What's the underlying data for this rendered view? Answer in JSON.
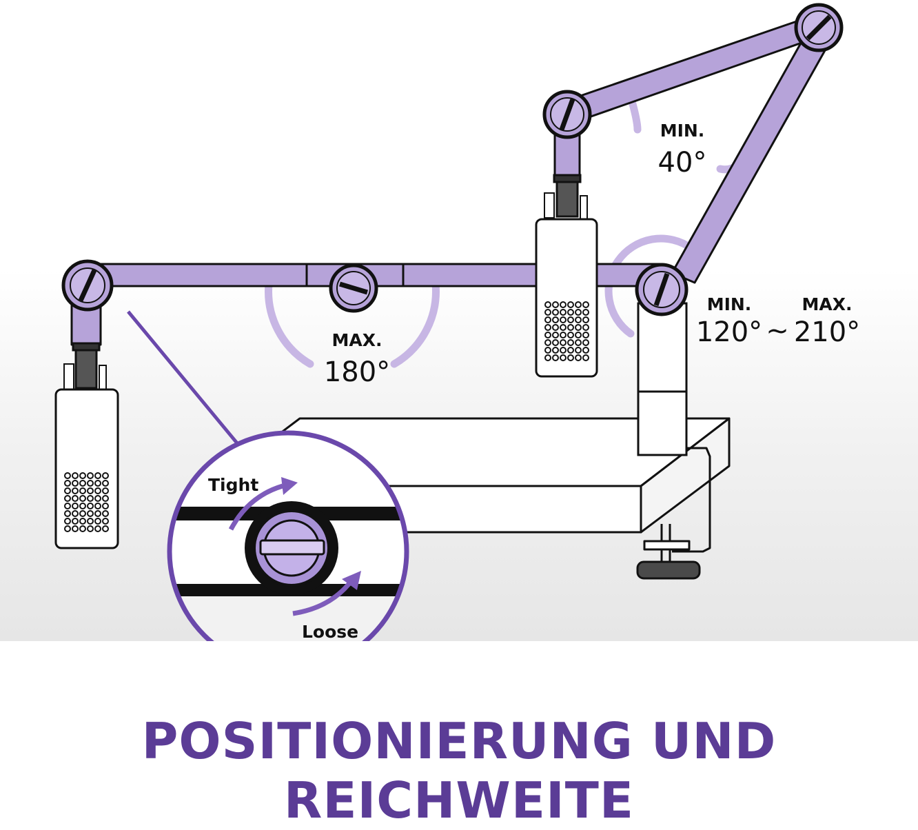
{
  "colors": {
    "arm": "#b6a3d9",
    "arm_dark": "#9b85c9",
    "accent": "#7e5cbb",
    "heading": "#5b3c96",
    "outline": "#111111",
    "arc": "#c7b6e4"
  },
  "angles": {
    "span": {
      "label": "MAX.",
      "value": "180°"
    },
    "upper": {
      "label": "MIN.",
      "value": "40°"
    },
    "base": {
      "min_label": "MIN.",
      "max_label": "MAX.",
      "min_value": "120°",
      "separator": "~",
      "max_value": "210°"
    }
  },
  "detail": {
    "tight_label": "Tight",
    "loose_label": "Loose"
  },
  "heading": {
    "line1": "POSITIONIERUNG UND",
    "line2": "REICHWEITE"
  }
}
